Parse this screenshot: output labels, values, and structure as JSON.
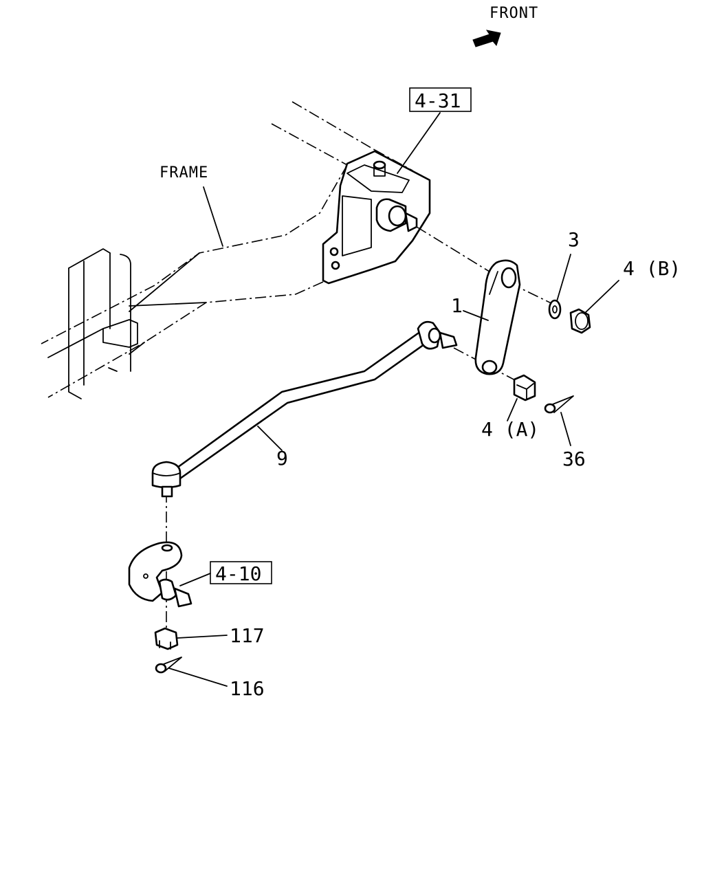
{
  "direction_label": "FRONT",
  "frame_label": "FRAME",
  "callouts": {
    "gear_ref": "4-31",
    "idler_ref": "4-10",
    "pitman_arm": "1",
    "washer": "3",
    "nut_b": "4 (B)",
    "nut_a": "4 (A)",
    "cotter_pin": "36",
    "drag_link": "9",
    "castle_nut": "117",
    "cotter_pin_lower": "116"
  }
}
